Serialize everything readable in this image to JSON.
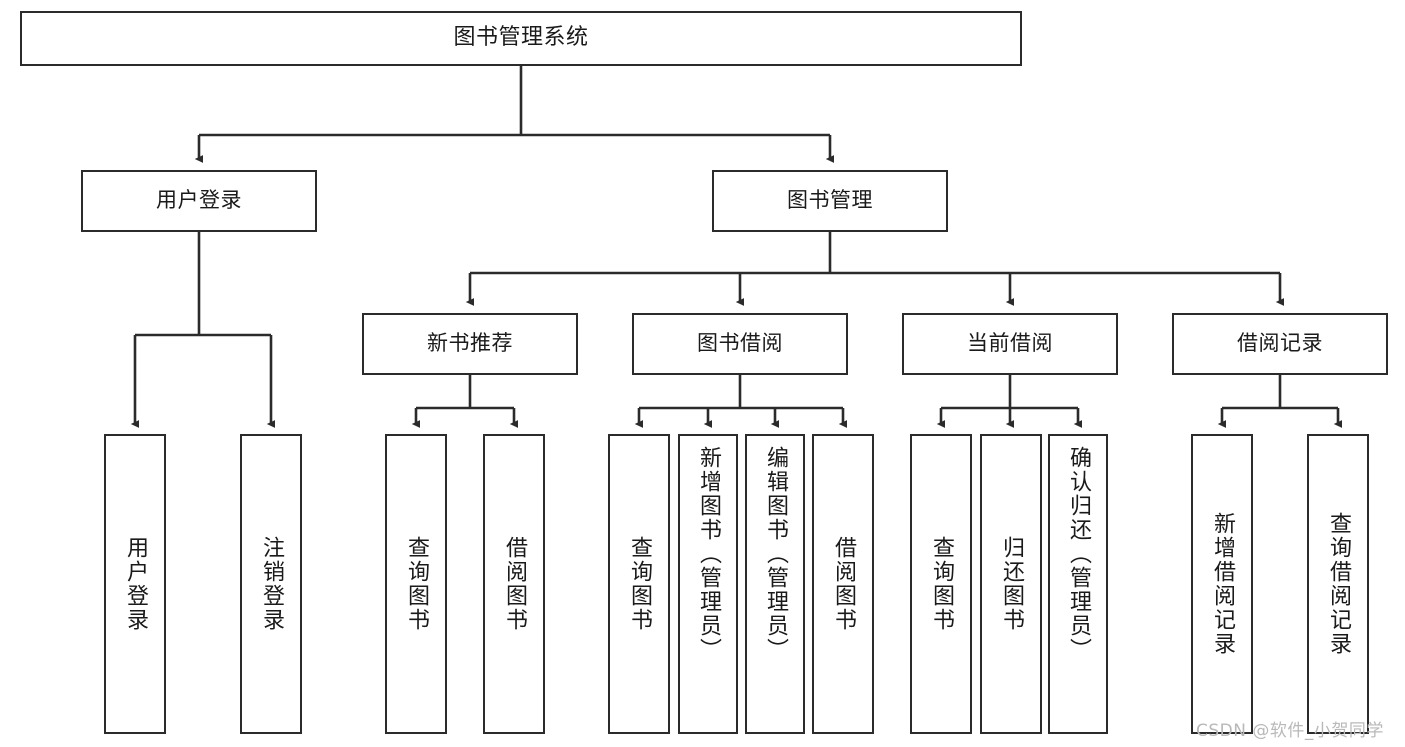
{
  "diagram": {
    "type": "hierarchy-tree",
    "title": "图书管理系统",
    "watermark": "CSDN @软件_小贺同学",
    "colors": {
      "box_border": "#2b2b2b",
      "box_fill": "#ffffff",
      "connector": "#2b2b2b",
      "text": "#1a1a1a",
      "watermark": "#b9b9b9",
      "background": "#ffffff"
    },
    "nodes": {
      "root": {
        "label": "图书管理系统"
      },
      "level2": [
        {
          "id": "user-login",
          "label": "用户登录"
        },
        {
          "id": "book-management",
          "label": "图书管理"
        }
      ],
      "level3": [
        {
          "id": "new-book-recommend",
          "label": "新书推荐"
        },
        {
          "id": "book-borrow",
          "label": "图书借阅"
        },
        {
          "id": "current-borrow",
          "label": "当前借阅"
        },
        {
          "id": "borrow-record",
          "label": "借阅记录"
        }
      ],
      "leaves": {
        "user_login": [
          {
            "id": "leaf-user-login",
            "label": "用户登录"
          },
          {
            "id": "leaf-logout-login",
            "label": "注销登录"
          }
        ],
        "new_book_recommend": [
          {
            "id": "leaf-query-book-1",
            "label": "查询图书"
          },
          {
            "id": "leaf-borrow-book-1",
            "label": "借阅图书"
          }
        ],
        "book_borrow": [
          {
            "id": "leaf-query-book-2",
            "label": "查询图书"
          },
          {
            "id": "leaf-add-book",
            "label": "新增图书（管理员）"
          },
          {
            "id": "leaf-edit-book",
            "label": "编辑图书（管理员）"
          },
          {
            "id": "leaf-borrow-book-2",
            "label": "借阅图书"
          }
        ],
        "current_borrow": [
          {
            "id": "leaf-query-book-3",
            "label": "查询图书"
          },
          {
            "id": "leaf-return-book",
            "label": "归还图书"
          },
          {
            "id": "leaf-confirm-return",
            "label": "确认归还（管理员）"
          }
        ],
        "borrow_record": [
          {
            "id": "leaf-add-record",
            "label": "新增借阅记录"
          },
          {
            "id": "leaf-query-record",
            "label": "查询借阅记录"
          }
        ]
      }
    }
  }
}
